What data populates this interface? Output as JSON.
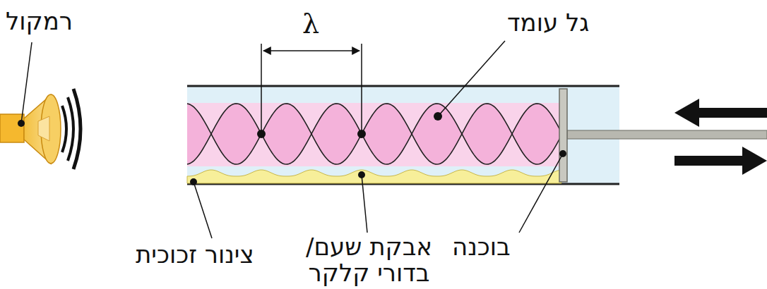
{
  "diagram": {
    "labels": [
      "רמקול",
      "λ",
      "גל עומד",
      "צינור זכוכית",
      "אבקת שעם/ בדורי קלקר",
      "בוכנה"
    ]
  }
}
